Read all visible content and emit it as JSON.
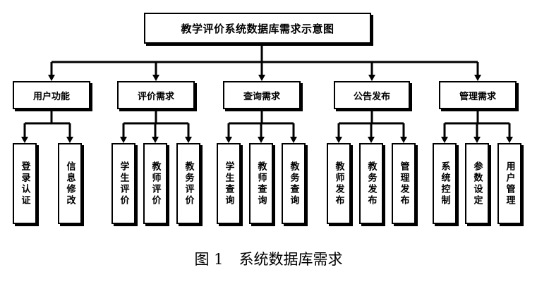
{
  "diagram": {
    "root": "教学评价系统数据库需求示意图",
    "categories": [
      {
        "label": "用户功能",
        "children": [
          "登录认证",
          "信息修改"
        ]
      },
      {
        "label": "评价需求",
        "children": [
          "学生评价",
          "教师评价",
          "教务评价"
        ]
      },
      {
        "label": "查询需求",
        "children": [
          "学生查询",
          "教师查询",
          "教务查询"
        ]
      },
      {
        "label": "公告发布",
        "children": [
          "教师发布",
          "教务发布",
          "管理发布"
        ]
      },
      {
        "label": "管理需求",
        "children": [
          "系统控制",
          "参数设定",
          "用户管理"
        ]
      }
    ]
  },
  "caption": {
    "figure_number": "图 1",
    "title": "系统数据库需求"
  }
}
